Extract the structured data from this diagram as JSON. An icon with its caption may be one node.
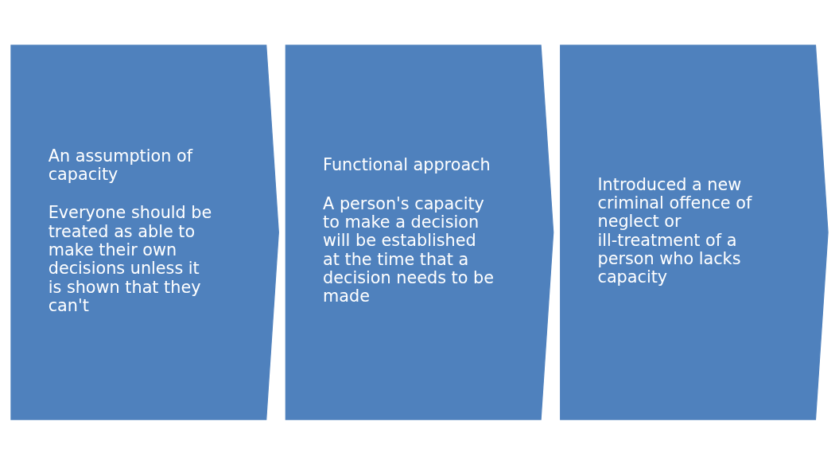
{
  "diagram": {
    "nodes": [
      {
        "text": [
          "An assumption of capacity",
          "Everyone should be treated as able to make their own decisions unless it is shown that they can't"
        ]
      },
      {
        "text": [
          "Functional approach",
          "A person's capacity to make a decision will be established at the time that a decision needs to be made"
        ]
      },
      {
        "text": [
          "Introduced a new criminal offence of neglect or ill-treatment of a person who lacks capacity"
        ]
      }
    ]
  }
}
